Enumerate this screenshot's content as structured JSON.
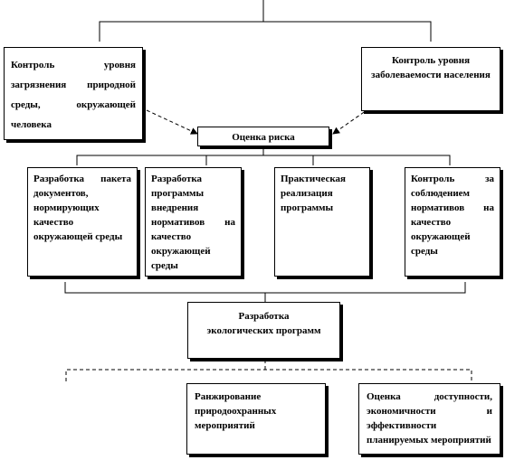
{
  "diagram": {
    "nodes": {
      "pollution_control": "Контроль уровня загрязнения природной среды, окружающей человека",
      "morbidity_control": "Контроль уровня заболеваемости населения",
      "risk_assessment": "Оценка риска",
      "documents_package": "Разработка пакета документов, нормирующих качество окружающей среды",
      "standards_program": "Разработка программы внедрения нормативов на качество окружающей среды",
      "program_implementation": "Практическая реализация программы",
      "compliance_control": "Контроль за соблюдением нормативов на качество окружающей среды",
      "ecological_program": "Разработка экологических программ",
      "ranking_measures": "Ранжирование природоохранных мероприятий",
      "accessibility_assessment": "Оценка доступности, экономичности и эффективности планируемых мероприятий"
    }
  }
}
